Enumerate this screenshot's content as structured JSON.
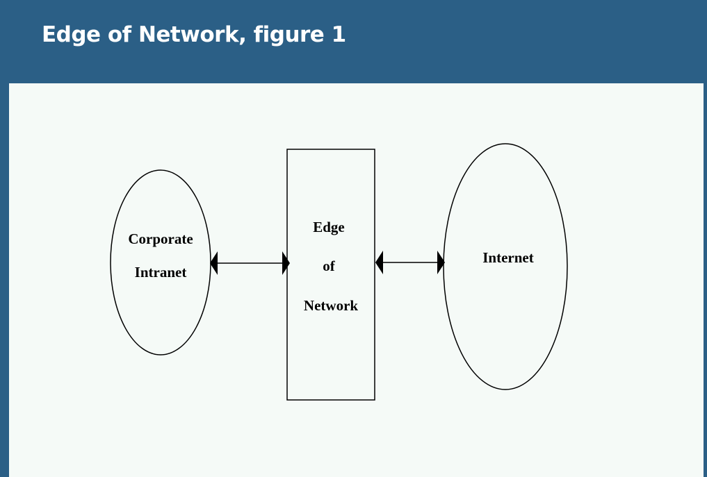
{
  "slide": {
    "title": "Edge of Network, figure 1"
  },
  "diagram": {
    "nodes": {
      "intranet": {
        "line1": "Corporate",
        "line2": "Intranet"
      },
      "edge": {
        "line1": "Edge",
        "line2": "of",
        "line3": "Network"
      },
      "internet": {
        "label": "Internet"
      }
    },
    "connectors": [
      {
        "from": "Corporate Intranet",
        "to": "Edge of Network",
        "direction": "bidirectional"
      },
      {
        "from": "Edge of Network",
        "to": "Internet",
        "direction": "bidirectional"
      }
    ]
  },
  "colors": {
    "header_background": "#2b5f86",
    "canvas_background": "#f5faf7",
    "title_text": "#ffffff",
    "diagram_stroke": "#000000"
  }
}
